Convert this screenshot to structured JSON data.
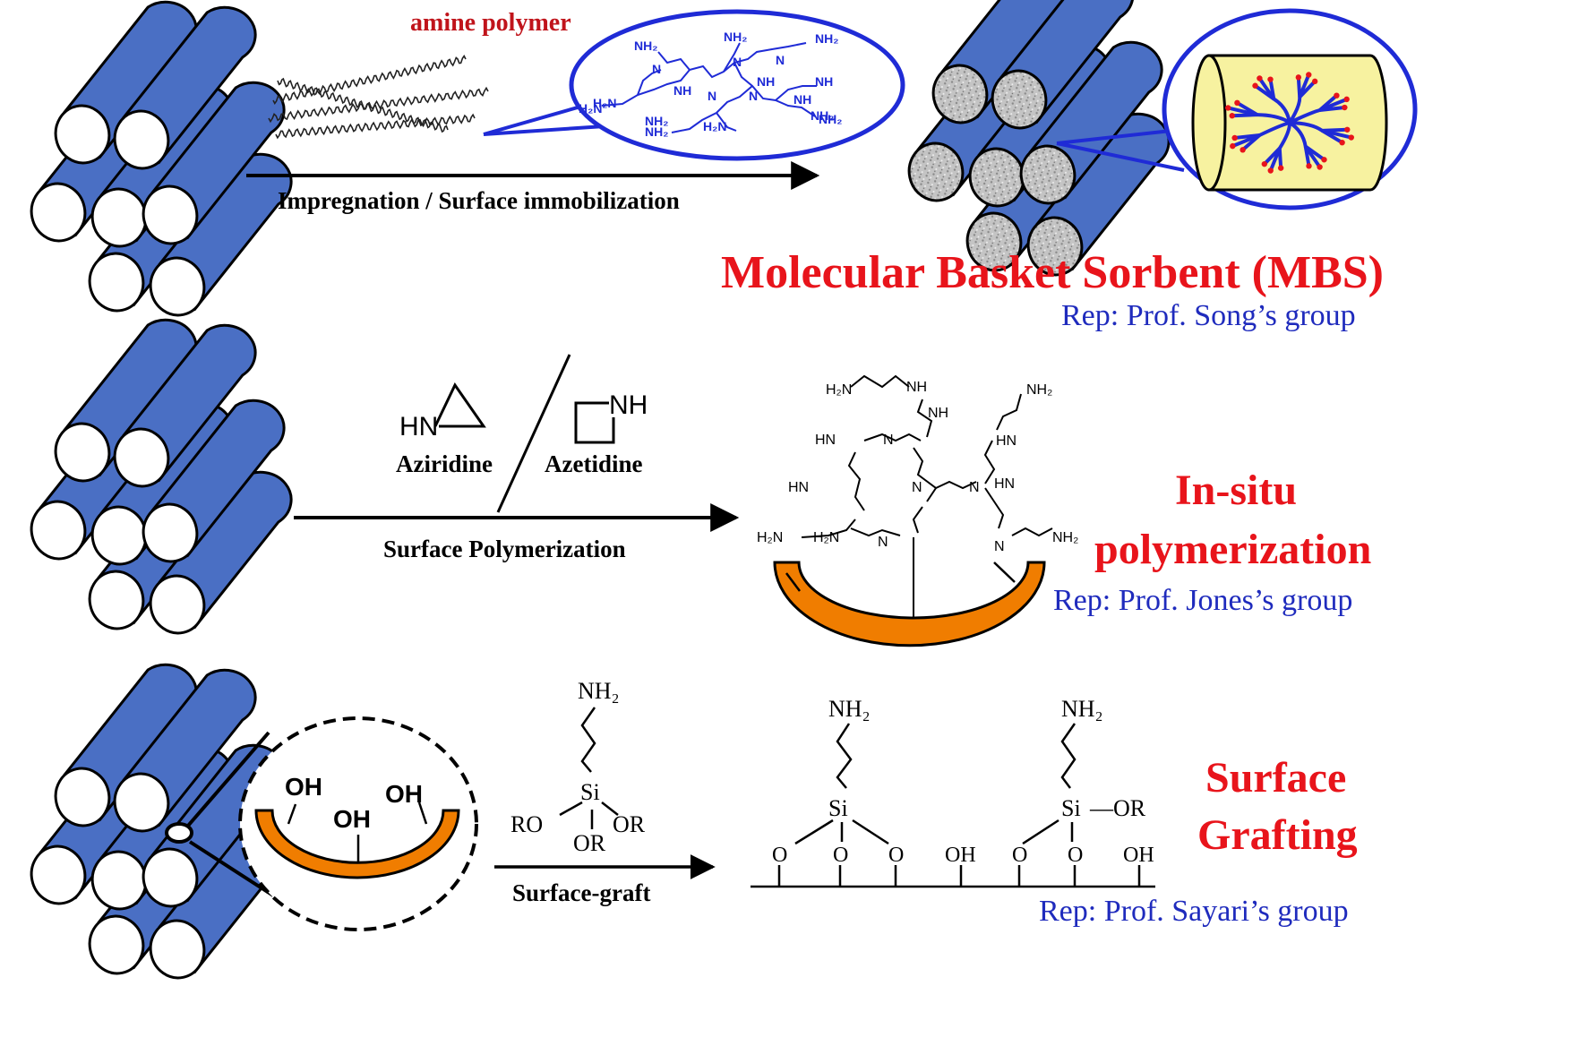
{
  "row1": {
    "polymer_label": "amine polymer",
    "arrow_label": "Impregnation / Surface immobilization",
    "title": "Molecular Basket Sorbent (MBS)",
    "rep": "Rep: Prof. Song’s group",
    "molecule_labels": [
      "NH₂",
      "NH₂",
      "NH₂",
      "N",
      "N",
      "N",
      "NH",
      "H₂N",
      "NH",
      "N",
      "H₂N",
      "N",
      "NH",
      "NH",
      "NH₂",
      "NH₂",
      "NH₂",
      "H₂N",
      "NH₂"
    ]
  },
  "row2": {
    "reagent1": "Aziridine",
    "reagent2": "Azetidine",
    "reagent1_group": "HN",
    "reagent2_group": "NH",
    "arrow_label": "Surface Polymerization",
    "title_line1": "In-situ",
    "title_line2": "polymerization",
    "rep": "Rep: Prof. Jones’s group",
    "molecule_labels": [
      "H₂N",
      "NH",
      "NH",
      "NH₂",
      "HN",
      "N",
      "HN",
      "HN",
      "N",
      "N",
      "HN",
      "H₂N",
      "H₂N",
      "N",
      "N",
      "NH₂"
    ]
  },
  "row3": {
    "surface_groups": [
      "OH",
      "OH",
      "OH"
    ],
    "silane_amine": "NH₂",
    "silane_si": "Si",
    "silane_ro": "RO",
    "silane_or1": "OR",
    "silane_or2": "OR",
    "arrow_label": "Surface-graft",
    "grafted_amines": [
      "NH₂",
      "NH₂"
    ],
    "grafted_si": [
      "Si",
      "Si"
    ],
    "grafted_or": "—OR",
    "surface_atoms": [
      "O",
      "O",
      "O",
      "OH",
      "O",
      "O",
      "OH"
    ],
    "title_line1": "Surface",
    "title_line2": "Grafting",
    "rep": "Rep: Prof. Sayari’s group"
  },
  "colors": {
    "tube": "#4a6fc4",
    "accent_red": "#e8141b",
    "rep_blue": "#1f2bbd",
    "orange": "#f07d00",
    "pore_fill": "#f7f2a0"
  }
}
